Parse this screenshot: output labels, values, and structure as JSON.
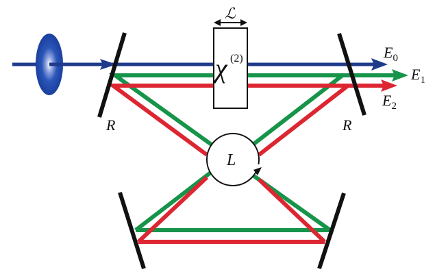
{
  "colors": {
    "pump": "#1f3a8a",
    "signal": "#16944a",
    "idler": "#dc2632",
    "mirror": "#111111"
  },
  "labels": {
    "crystal_chi": "χ",
    "crystal_order": "(2)",
    "length": "ℒ",
    "loop": "L",
    "mirror_left": "R",
    "mirror_right": "R",
    "e0": "E",
    "e0_sub": "0",
    "e1": "E",
    "e1_sub": "1",
    "e2": "E",
    "e2_sub": "2"
  }
}
